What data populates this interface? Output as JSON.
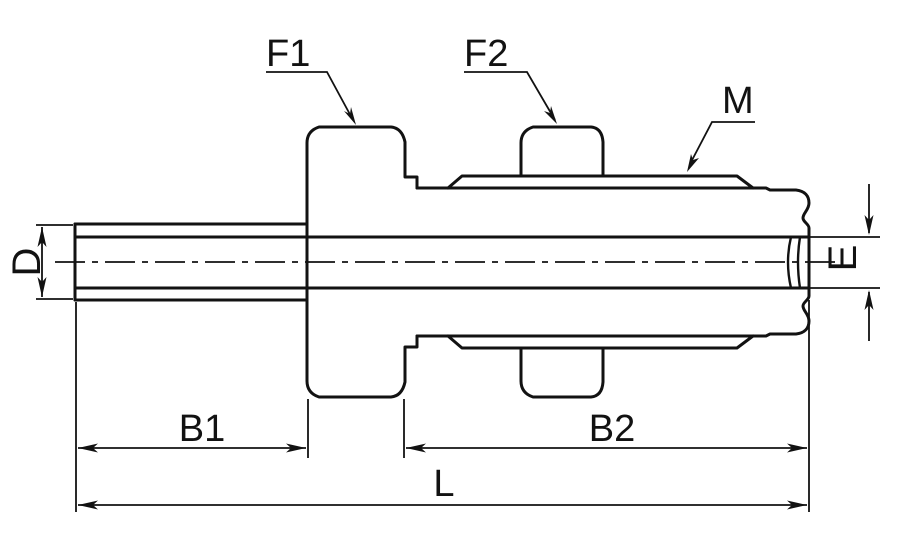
{
  "drawing": {
    "background_color": "#ffffff",
    "line_color": "#121212",
    "callouts": {
      "f1": "F1",
      "f2": "F2",
      "m": "M"
    },
    "dimensions": {
      "d": "D",
      "e": "E",
      "b1": "B1",
      "b2": "B2",
      "l": "L"
    }
  }
}
